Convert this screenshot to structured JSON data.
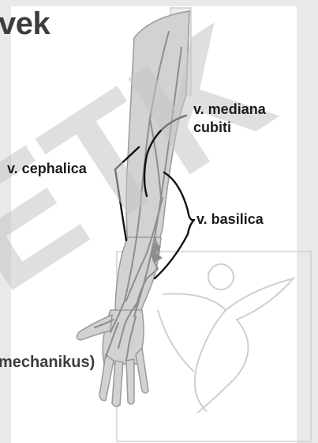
{
  "heading_fragment": "vek",
  "subheading_fragment": "mechanikus)",
  "watermark": "ETK",
  "labels": {
    "mediana_line1": "v. mediana",
    "mediana_line2": "cubiti",
    "cephalica": "v. cephalica",
    "basilica": "v. basilica"
  },
  "colors": {
    "background": "#e9e9e9",
    "page": "#ffffff",
    "arm_fill": "#d2d2d2",
    "vein": "#8e8e8e",
    "pointer_line": "#111111",
    "watermark": "#c4c4c4"
  }
}
